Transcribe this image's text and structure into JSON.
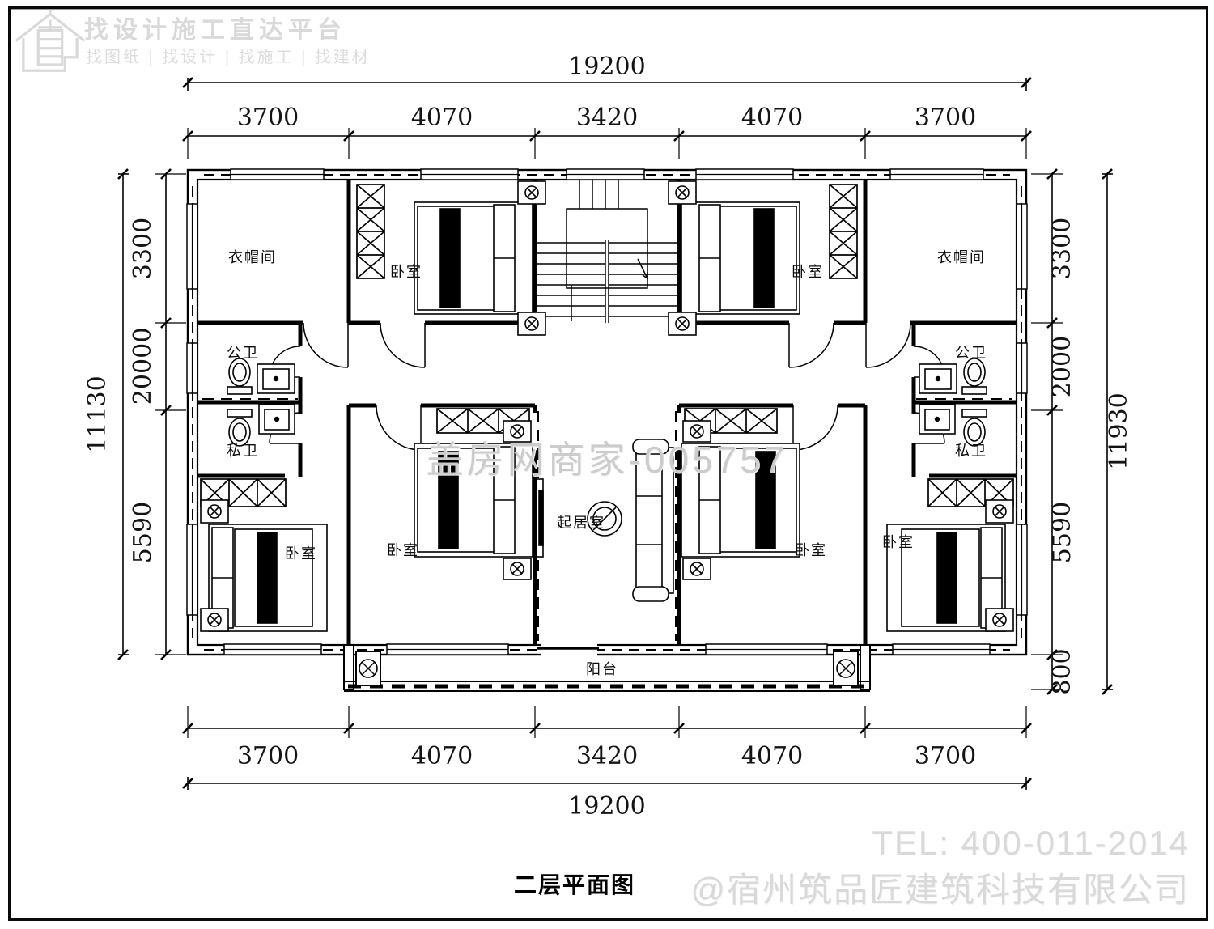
{
  "logo": {
    "title": "找设计施工直达平台",
    "subtitle": "找图纸 | 找设计 | 找施工 | 找建材",
    "color": "#d9d9d9"
  },
  "watermark": {
    "center": "盖房网商家-005757",
    "tel": "TEL: 400-011-2014",
    "company": "@宿州筑品匠建筑科技有限公司",
    "color": "#d9d9d9"
  },
  "plan_title": "二层平面图",
  "rooms": {
    "closet": "衣帽间",
    "bedroom": "卧室",
    "public_bath": "公卫",
    "private_bath": "私卫",
    "living": "起居室",
    "balcony": "阳台"
  },
  "dimensions": {
    "top": {
      "overall": "19200",
      "segments": [
        "3700",
        "4070",
        "3420",
        "4070",
        "3700"
      ]
    },
    "bottom": {
      "overall": "19200",
      "segments": [
        "3700",
        "4070",
        "3420",
        "4070",
        "3700"
      ]
    },
    "left": {
      "overall": "11130",
      "segments": [
        "3300",
        "2000",
        "5590"
      ],
      "extra_zero": "0"
    },
    "right": {
      "overall": "11930",
      "segments": [
        "3300",
        "2000",
        "5590",
        "800"
      ]
    }
  },
  "ink_color": "#000000"
}
